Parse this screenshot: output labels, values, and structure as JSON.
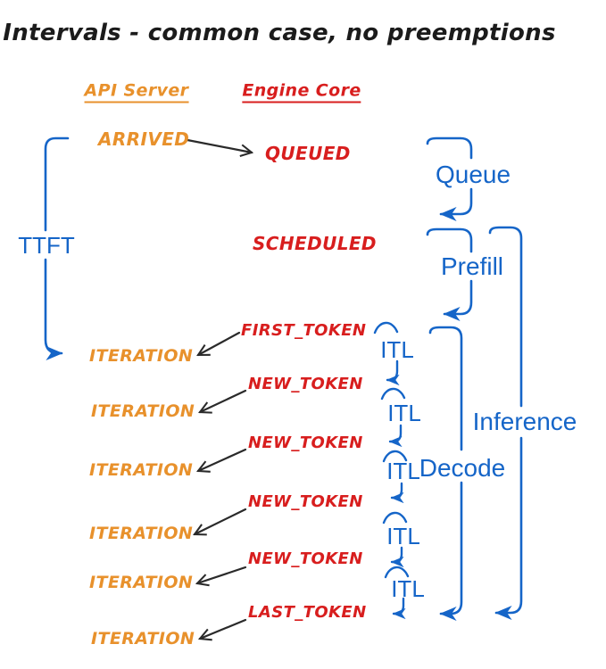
{
  "title": "Intervals - common case, no preemptions",
  "columns": {
    "api_server": "API Server",
    "engine_core": "Engine Core"
  },
  "api_events": {
    "arrived": "ARRIVED",
    "iterations": [
      "ITERATION",
      "ITERATION",
      "ITERATION",
      "ITERATION",
      "ITERATION",
      "ITERATION"
    ]
  },
  "engine_events": {
    "queued": "QUEUED",
    "scheduled": "SCHEDULED",
    "tokens": [
      "FIRST_TOKEN",
      "NEW_TOKEN",
      "NEW_TOKEN",
      "NEW_TOKEN",
      "NEW_TOKEN",
      "LAST_TOKEN"
    ]
  },
  "intervals": {
    "ttft": "TTFT",
    "queue": "Queue",
    "prefill": "Prefill",
    "decode": "Decode",
    "inference": "Inference",
    "itl": [
      "ITL",
      "ITL",
      "ITL",
      "ITL",
      "ITL"
    ]
  },
  "colors": {
    "api": "#E8912C",
    "engine": "#D81E1E",
    "interval": "#1565C8",
    "connector": "#2a2a2a",
    "background": "#ffffff"
  }
}
